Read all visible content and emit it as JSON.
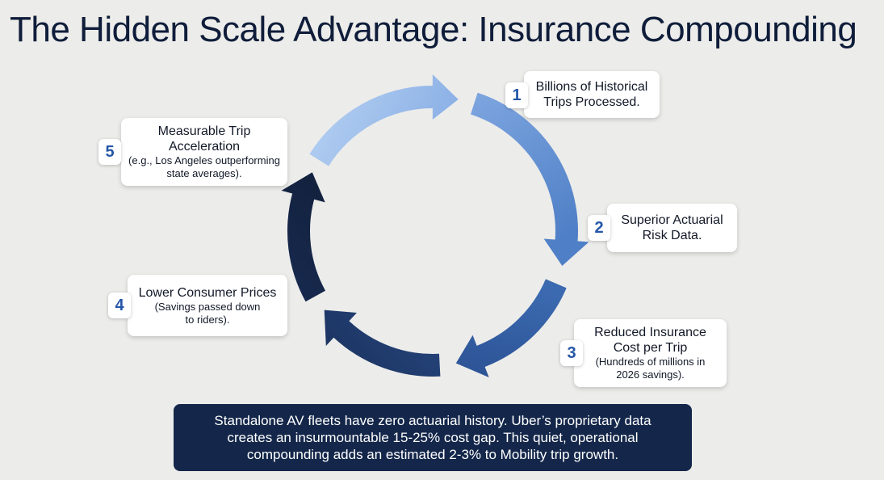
{
  "title": "The Hidden Scale Advantage: Insurance Compounding",
  "steps": [
    {
      "number": "1",
      "heading": "Billions of Historical Trips Processed.",
      "subtext": ""
    },
    {
      "number": "2",
      "heading": "Superior Actuarial Risk Data.",
      "subtext": ""
    },
    {
      "number": "3",
      "heading": "Reduced Insurance Cost per Trip",
      "subtext": "(Hundreds of millions in 2026 savings)."
    },
    {
      "number": "4",
      "heading": "Lower Consumer Prices",
      "subtext": "(Savings passed down to riders)."
    },
    {
      "number": "5",
      "heading": "Measurable Trip Acceleration",
      "subtext": "(e.g., Los Angeles outperforming state averages)."
    }
  ],
  "callout": "Standalone AV fleets have zero actuarial history. Uber’s proprietary data creates an insurmountable 15-25% cost gap. This quiet, operational compounding adds an estimated 2-3% to Mobility trip growth.",
  "colors": {
    "arrow_light": "#a7c6ee",
    "arrow_mid": "#4f7fc6",
    "arrow_dark": "#1a2f5a",
    "badge_number": "#2456a8",
    "callout_bg": "#14274a"
  }
}
